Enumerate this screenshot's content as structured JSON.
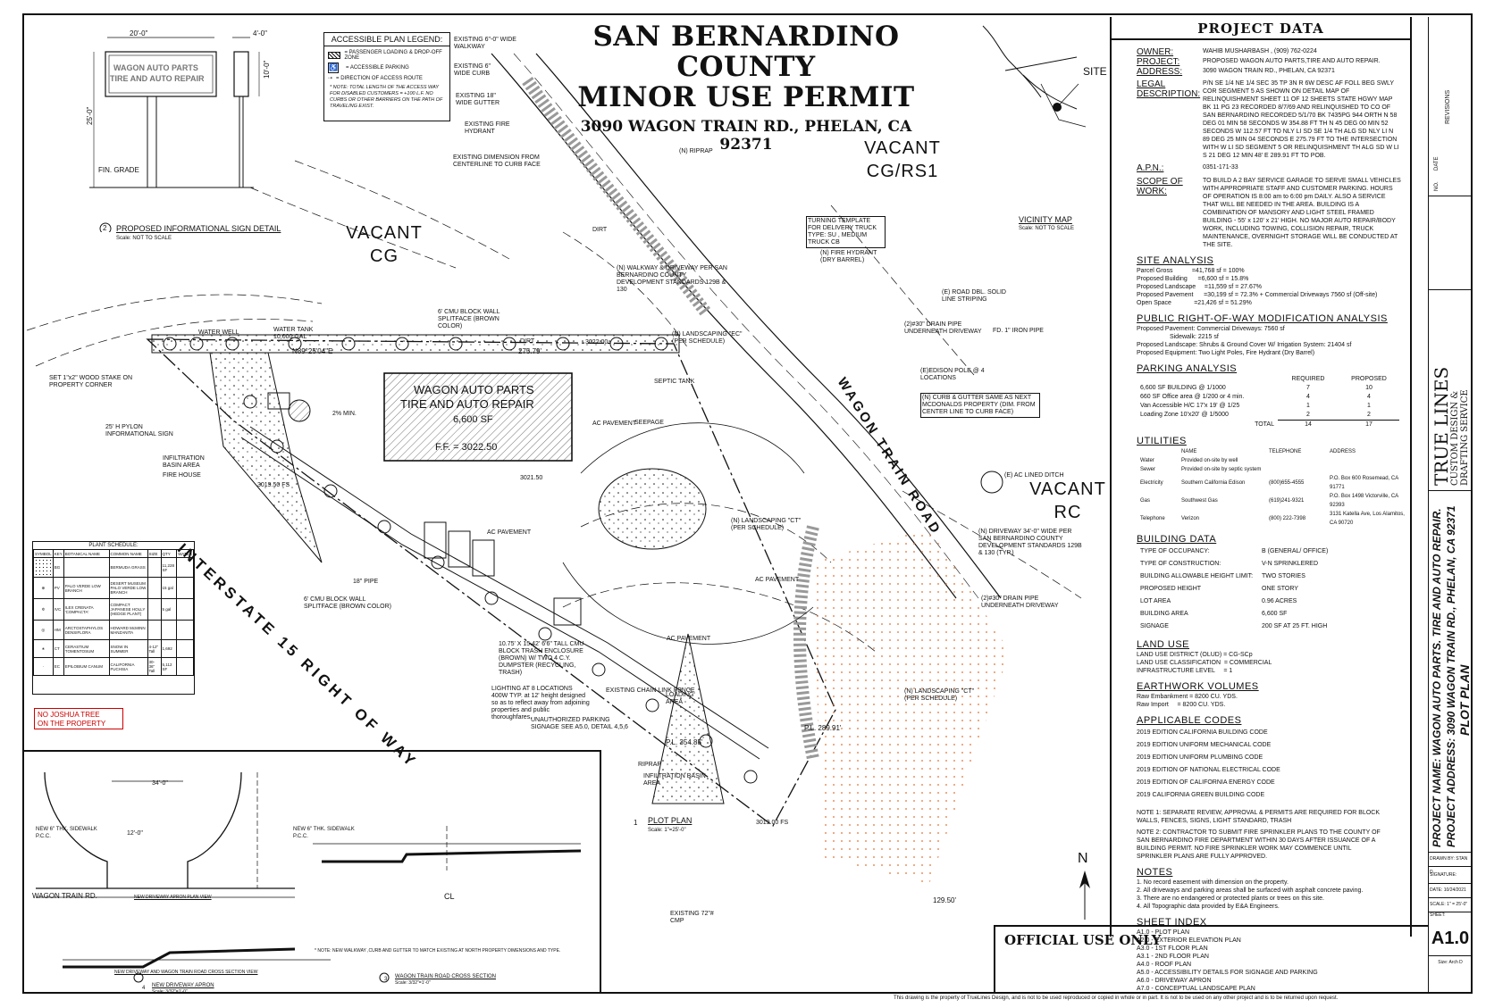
{
  "title": {
    "line1": "SAN BERNARDINO COUNTY",
    "line2": "MINOR USE PERMIT",
    "address": "3090 WAGON TRAIN RD., PHELAN, CA 92371"
  },
  "legend": {
    "title": "ACCESSIBLE PLAN LEGEND:",
    "item1": "= PASSENGER LOADING & DROP-OFF ZONE",
    "item2": "= ACCESSIBLE PARKING",
    "item3": "= DIRECTION OF ACCESS ROUTE",
    "note": "* NOTE: TOTAL LENGTH OF THE ACCESS WAY FOR DISABLED CUSTOMERS = +100 L.F. NO CURBS OR OTHER BARRIERS ON THE PATH OF TRAVELING EXIST."
  },
  "sign_detail": {
    "width": "20'-0\"",
    "depth": "4'-0\"",
    "height": "25'-0\"",
    "post_height": "10'-0\"",
    "line1": "WAGON AUTO PARTS",
    "line2": "TIRE AND AUTO REPAIR",
    "grade": "FIN. GRADE",
    "number": "2",
    "caption": "PROPOSED INFORMATIONAL SIGN DETAIL",
    "scale": "Scale: NOT TO SCALE"
  },
  "vicinity": {
    "site": "SITE",
    "caption": "VICINITY MAP",
    "scale": "Scale: NOT TO SCALE"
  },
  "zones": {
    "vacant_cg": "VACANT\nCG",
    "vacant_cgrs1": "VACANT\nCG/RS1",
    "vacant_rc": "VACANT\nRC",
    "interstate": "INTERSTATE 15 RIGHT OF WAY",
    "wagon_train_road": "WAGON TRAIN ROAD"
  },
  "building": {
    "name1": "WAGON AUTO PARTS",
    "name2": "TIRE AND AUTO REPAIR",
    "area": "6,600 SF",
    "ff": "F.F. = 3022.50"
  },
  "plan_labels": [
    "EXISTING 6\"-0\" WIDE WALKWAY",
    "EXISTING 6\" WIDE CURB",
    "EXISTING 18\" WIDE GUTTER",
    "EXISTING FIRE HYDRANT",
    "EXISTING DIMENSION FROM CENTERLINE TO CURB FACE",
    "(N) RIPRAP",
    "TURNING TEMPLATE FOR DELIVERY TRUCK TYPE: SU , MEDIUM TRUCK CB",
    "(N) FIRE HYDRANT (DRY BARREL)",
    "(E) ROAD DBL. SOLID LINE STRIPING",
    "(N) WALKWAY & DRIVEWAY PER SAN BERNARDINO COUNTY DEVELOPMENT STANDARDS 129B & 130",
    "6' CMU BLOCK WALL SPLITFACE (BROWN COLOR)",
    "WATER WELL",
    "WATER TANK 10,000 GAL",
    "SET 1\"x2\" WOOD STAKE ON PROPERTY CORNER",
    "25' H PYLON INFORMATIONAL SIGN",
    "INFILTRATION BASIN AREA",
    "FIRE HOUSE",
    "(2)#30\" DRAIN PIPE UNDERNEATH DRIVEWAY",
    "FD. 1\" IRON PIPE",
    "(E)EDISON POLE @ 4 LOCATIONS",
    "(N) CURB & GUTTER SAME AS NEXT MCDONALDS PROPERTY (DIM. FROM CENTER LINE TO CURB FACE)",
    "(E) AC LINED DITCH",
    "(N) DRIVEWAY 34'-0\" WIDE PER SAN BERNARDINO COUNTY DEVELOPMENT STANDARDS 129B & 130 (TYP.)",
    "(2)#30\" DRAIN PIPE UNDERNEATH DRIVEWAY",
    "AC PAVEMENT",
    "DIRT",
    "SEPTIC TANK",
    "SEEPAGE",
    "(N) LANDSCAPING \"CT\" (PER SCHEDULE)",
    "(N) LANDSCAPING \"EC\" (PER SCHEDULE)",
    "18\" PIPE",
    "6' CMU BLOCK WALL SPLITFACE (BROWN COLOR)",
    "10.75' X 15.42' 6'6\" TALL CMU BLOCK TRASH ENCLOSURE (BROWN) W/ TWO 4 C.Y. DUMPSTER (RECYCLING, TRASH)",
    "LIGHTING AT 8 LOCATIONS 400W TYP. at 12' height designed so as to reflect away from adjoining properties and public thoroughfares.",
    "EXISTING CHAIN LINK FENCE",
    "LOADING AREA",
    "UNAUTHORIZED PARKING SIGNAGE SEE A5.0, DETAIL 4,5,6",
    "RIPRAP",
    "INFILTRATION BASIN AREA",
    "EXISTING 72\"# CMP",
    "N89°25'04\"E",
    "275.79'",
    "P.L. 354.85'",
    "P.L. 289.91'",
    "129.50'",
    "3019.50 FS",
    "3021.50",
    "3022.00",
    "3019.00 FS",
    "2% MIN."
  ],
  "plot_plan": {
    "number": "1",
    "caption": "PLOT PLAN",
    "scale": "Scale: 1\"=25'-0\""
  },
  "north": "N",
  "plant_schedule": {
    "title": "PLANT SCHEDULE:",
    "headers": [
      "SYMBOL",
      "KEY",
      "BOTANICAL NAME",
      "COMMON NAME",
      "SIZE",
      "QTY",
      "WATER"
    ],
    "rows": [
      [
        "",
        "BG",
        "",
        "BERMUDA GRASS",
        "",
        "11,228 SF",
        ""
      ],
      [
        "",
        "PV",
        "PALO VERDE LOW BRANCH",
        "DESERT MUSEUM PALO VERDE LOW BRANCH",
        "",
        "15 gal",
        ""
      ],
      [
        "",
        "IVC",
        "ILEX CRENATA 'COMPACTA'",
        "COMPACT JAPANESE HOLLY (HEDGE PLANT)",
        "",
        "5 gal",
        ""
      ],
      [
        "",
        "HM",
        "ARCTOSTAPHYLOS DENSIFLORA",
        "HOWARD McMINN MANZANITA",
        "",
        "",
        ""
      ],
      [
        "",
        "CT",
        "CERASTIUM TOMENTOSUM",
        "SNOW IN SUMMER",
        "4-12\" Tall",
        "1,692",
        ""
      ],
      [
        "",
        "EC",
        "EPILOBIUM CANUM",
        "CALIFORNIA FUCHSIA",
        "30-36\" Tall",
        "5,112 SF",
        ""
      ]
    ]
  },
  "joshua": "NO JOSHUA TREE\nON THE PROPERTY",
  "apron": {
    "street": "WAGON TRAIN RD.",
    "sidewalk": "NEW 6\" THK. SIDEWALK P.C.C.",
    "plan_caption": "NEW DRIVEWAY APRON PLAN VIEW",
    "section_caption": "NEW DRIVEWAY AND WAGON TRAIN ROAD CROSS SECTION VIEW",
    "sec_number": "4",
    "sec_title": "NEW DRIVEWAY APRON",
    "sec_scale": "Scale: 3/32\"=1'-0\"",
    "road_number": "3",
    "road_title": "WAGON TRAIN ROAD CROSS SECTION",
    "road_scale": "Scale: 3/32\"=1'-0\"",
    "road_note": "* NOTE: NEW WALKWAY ,CURB AND GUTTER TO MATCH EXISTING AT NORTH PROPERTY DIMENSIONS AND TYPE.",
    "cl": "CL",
    "dim1": "34'-0\"",
    "dim2": "12'-0\""
  },
  "project_data": {
    "title": "PROJECT DATA",
    "owner_k": "OWNER:",
    "owner_v": "WAHIB MUSHARBASH , (909) 762-0224",
    "project_k": "PROJECT:",
    "project_v": "PROPOSED WAGON AUTO PARTS,TIRE AND AUTO REPAIR.",
    "address_k": "ADDRESS:",
    "address_v": "3090 WAGON TRAIN RD., PHELAN, CA 92371",
    "legal_k": "LEGAL DESCRIPTION:",
    "legal_v": "P/N SE 1/4 NE 1/4 SEC 35 TP 3N R 6W DESC AF FOLL BEG SWLY COR SEGMENT 5 AS SHOWN ON DETAIL MAP OF RELINQUISHMENT SHEET 11 OF 12 SHEETS STATE HGWY MAP BK 11 PG 23 RECORDED 8/7/69 AND RELINQUISHED TO CO OF SAN BERNARDINO RECORDED 5/1/70 BK 7435PG 944 ORTH N 58 DEG 01 MIN 58 SECONDS W 354.88 FT TH N 45 DEG 00 MIN 52 SECONDS W 112.57 FT TO NLY LI SD SE 1/4 TH ALG SD NLY LI N 89 DEG 25 MIN 04 SECONDS E 275.79 FT TO THE INTERSECTION WITH W LI SD SEGMENT 5 OR RELINQUISHMENT TH ALG SD W LI S 21 DEG 12 MIN 48' E 289.91 FT TO POB.",
    "apn_k": "A.P.N.:",
    "apn_v": "0351-171-33",
    "scope_k": "SCOPE OF WORK:",
    "scope_v": "TO BUILD A 2 BAY SERVICE GARAGE TO SERVE SMALL VEHICLES WITH APPROPRIATE STAFF AND CUSTOMER PARKING. HOURS OF OPERATION IS 8:00 am to 6:00 pm DAILY. ALSO A SERVICE THAT WILL BE NEEDED IN THE AREA. BUILDING IS A COMBINATION OF MANSORY AND LIGHT STEEL FRAMED BUILDING - 55' x 120' x 21' HIGH. NO MAJOR AUTO REPAIR/BODY WORK, INCLUDING TOWING, COLLISION REPAIR, TRUCK MAINTENANCE, OVERNIGHT STORAGE WILL BE CONDUCTED AT THE SITE.",
    "site_title": "SITE ANALYSIS",
    "site_rows": [
      "Parcel Gross           =41,768 sf = 100%",
      "Proposed Building      =6,600 sf = 15.8%",
      "Proposed Landscape     =11,559 sf = 27.67%",
      "Proposed Pavement      =30,199 sf = 72.3% + Commercial Driveways 7560 sf (Off-site)",
      "Open Space             =21,426 sf = 51.29%"
    ],
    "row_title": "PUBLIC RIGHT-OF-WAY MODIFICATION ANALYSIS",
    "row_rows": [
      "Proposed Pavement: Commercial Driveways: 7560 sf",
      "                   Sidewalk: 2215 sf",
      "Proposed Landscape: Shrubs & Ground Cover W/ Irrigation System: 21404 sf",
      "Proposed Equipment: Two Light Poles, Fire Hydrant (Dry Barrel)"
    ],
    "parking_title": "PARKING ANALYSIS",
    "parking_head": [
      "",
      "REQUIRED",
      "PROPOSED"
    ],
    "parking_rows": [
      [
        "6,600 SF BUILDING @ 1/1000",
        "7",
        "10"
      ],
      [
        "660 SF Office area @ 1/200 or 4 min.",
        "4",
        "4"
      ],
      [
        "Van Accessible H/C 17'x 19' @ 1/25",
        "1",
        "1"
      ],
      [
        "Loading Zone 10'x20' @ 1/5000",
        "2",
        "2"
      ],
      [
        "TOTAL",
        "14",
        "17"
      ]
    ],
    "utilities_title": "UTILITIES",
    "utilities_head": [
      "",
      "NAME",
      "TELEPHONE",
      "ADDRESS"
    ],
    "utilities_rows": [
      [
        "Water",
        "Provided on-site by well",
        "",
        ""
      ],
      [
        "Sewer",
        "Provided on-site by septic system",
        "",
        ""
      ],
      [
        "Electricity",
        "Southern California Edison",
        "(800)655-4555",
        "P.O. Box 600 Rosemead, CA 91771"
      ],
      [
        "Gas",
        "Southwest Gas",
        "(619)241-9321",
        "P.O. Box 1498 Victorville, CA 92393"
      ],
      [
        "Telephone",
        "Verizon",
        "(800) 222-7398",
        "3131 Katella Ave, Los Alamitos, CA 90720"
      ]
    ],
    "building_title": "BUILDING DATA",
    "building_rows": [
      [
        "TYPE OF OCCUPANCY:",
        "B (GENERAL/ OFFICE)"
      ],
      [
        "TYPE OF CONSTRUCTION:",
        "V-N  SPRINKLERED"
      ],
      [
        "BUILDING ALLOWABLE HEIGHT LIMIT:",
        "TWO STORIES"
      ],
      [
        "PROPOSED HEIGHT",
        "ONE STORY"
      ],
      [
        "LOT AREA",
        "0.96 ACRES"
      ],
      [
        "BUILDING AREA",
        "6,600 SF"
      ],
      [
        "SIGNAGE",
        "200 SF AT 25 FT. HIGH"
      ]
    ],
    "landuse_title": "LAND USE",
    "landuse_rows": [
      "LAND USE DISTRICT (OLUD) = CG-SCp",
      "LAND USE CLASSIFICATION  = COMMERCIAL",
      "INFRASTRUCTURE LEVEL     = 1"
    ],
    "earth_title": "EARTHWORK VOLUMES",
    "earth_rows": [
      "Raw Embankment = 8200 CU. YDS.",
      "Raw Import     = 8200 CU. YDS."
    ],
    "codes_title": "APPLICABLE CODES",
    "codes_rows": [
      "2019 EDITION CALIFORNIA BUILDING CODE",
      "2019 EDITION UNIFORM MECHANICAL CODE",
      "2019 EDITION UNIFORM PLUMBING CODE",
      "2019 EDITION OF NATIONAL ELECTRICAL CODE",
      "2019 EDITION OF CALIFORNIA ENERGY CODE",
      "2019 CALIFORNIA GREEN BUILDING CODE"
    ],
    "note1": "NOTE 1: SEPARATE REVIEW, APPROVAL & PERMITS ARE REQUIRED FOR BLOCK WALLS, FENCES, SIGNS, LIGHT STANDARD, TRASH",
    "note2": "NOTE 2: CONTRACTOR TO SUBMIT FIRE SPRINKLER PLANS TO THE COUNTY OF SAN BERNARDINO FIRE DEPARTMENT WITHIN 30 DAYS AFTER ISSUANCE OF A BUILDING PERMIT. NO FIRE SPRINKLER WORK MAY COMMENCE UNTIL SPRINKLER PLANS ARE FULLY APPROVED.",
    "notes_title": "NOTES",
    "notes_rows": [
      "1. No record easement with dimension on the property.",
      "2. All driveways and parking areas shall be surfaced with asphalt concrete paving.",
      "3. There are no endangered or protected plants or trees on this site.",
      "4. All Topographic data provided by E&A Engineers."
    ],
    "index_title": "SHEET INDEX",
    "index_rows": [
      "A1.0 - PLOT PLAN",
      "A2.0 - EXTERIOR ELEVATION PLAN",
      "A3.0 - 1ST FLOOR PLAN",
      "A3.1 - 2ND FLOOR PLAN",
      "A4.0 - ROOF PLAN",
      "A5.0 - ACCESSIBILITY DETAILS FOR SIGNAGE AND PARKING",
      "A6.0 - DRIVEWAY APRON",
      "A7.0 - CONCEPTUAL LANDSCAPE PLAN"
    ]
  },
  "official": "OFFICIAL USE ONLY",
  "title_block": {
    "revisions": "REVISIONS",
    "no": "NO.",
    "date": "DATE",
    "firm1": "TRUE LINES",
    "firm2": "CUSTOM DESIGN &",
    "firm3": "DRAFTING SERVICE",
    "project_name": "PROJECT NAME: WAGON AUTO PARTS. TIRE AND AUTO REPAIR.",
    "project_address": "PROJECT ADDRESS: 3090 WAGON TRAIN RD., PHELAN, CA 92371",
    "sheet_title": "PLOT PLAN",
    "drawn_by": "DRAWN BY:  STAN D.",
    "signature": "SIGNATURE:",
    "date_label": "DATE:  10/24/2021",
    "scale_label": "SCALE:  1\" = 25'-0\"",
    "sheet_label": "SHEET:",
    "sheet_no": "A1.0",
    "size": "Size: Arch D"
  },
  "footer": "This drawing is the property of TrueLines Design, and is not to be used reproduced or copied in whole or in part. It is not to be used on any other project and is to be returned upon request.",
  "colors": {
    "ink": "#111111",
    "red": "#cc0000",
    "hatch": "#e07030"
  }
}
